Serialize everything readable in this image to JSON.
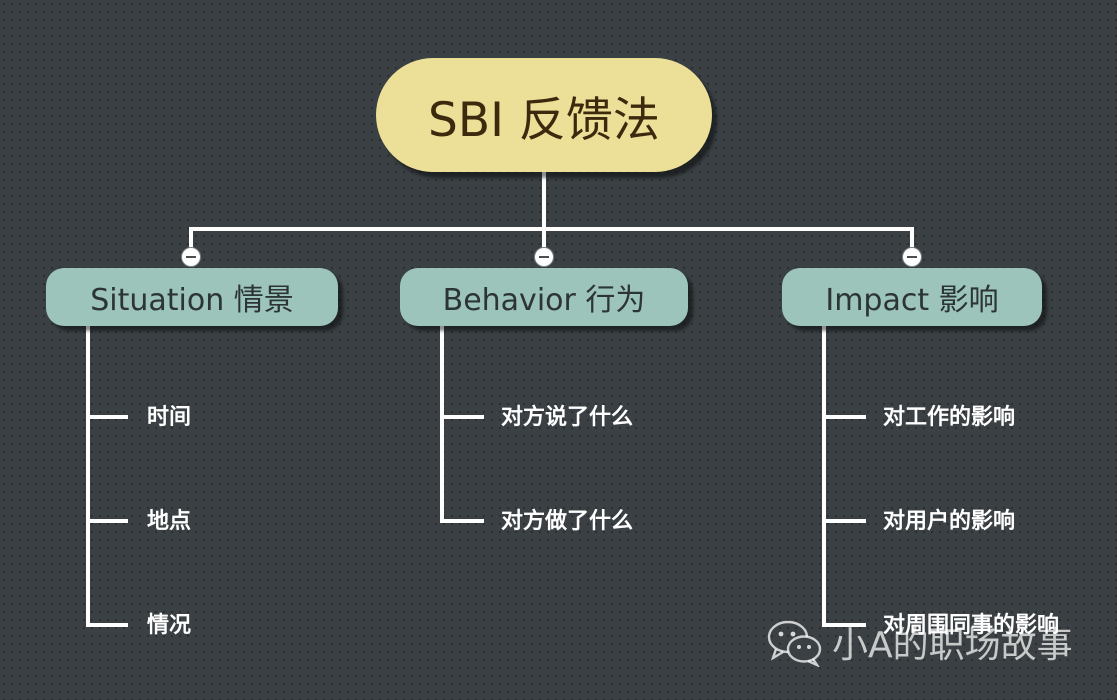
{
  "root": {
    "label": "SBI 反馈法"
  },
  "branches": [
    {
      "label": "Situation 情景",
      "leaves": [
        "时间",
        "地点",
        "情况"
      ]
    },
    {
      "label": "Behavior 行为",
      "leaves": [
        "对方说了什么",
        "对方做了什么"
      ]
    },
    {
      "label": "Impact 影响",
      "leaves": [
        "对工作的影响",
        "对用户的影响",
        "对周围同事的影响"
      ]
    }
  ],
  "watermark": {
    "text": "小A的职场故事",
    "icon": "wechat-icon"
  },
  "colors": {
    "background": "#3a4043",
    "root_fill": "#ece098",
    "branch_fill": "#9cc4bb",
    "line": "#ffffff",
    "leaf_text": "#ffffff"
  }
}
